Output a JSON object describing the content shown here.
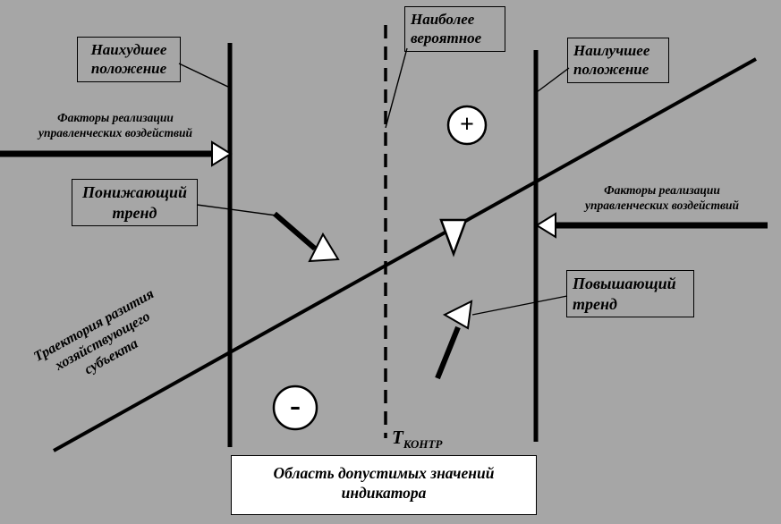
{
  "page": {
    "background": "#a6a6a6",
    "accent": "#000000",
    "marker_fill": "#ffffff"
  },
  "boxes": {
    "worst_position": {
      "line1": "Наихудшее",
      "line2": "положение"
    },
    "most_likely": {
      "line1": "Наиболее",
      "line2": "вероятное"
    },
    "best_position": {
      "line1": "Наилучшее",
      "line2": "положение"
    },
    "down_trend": {
      "line1": "Понижающий",
      "line2": "тренд"
    },
    "up_trend": {
      "line1": "Повышающий",
      "line2": "тренд"
    },
    "allowed_values": {
      "line1": "Область допустимых значений",
      "line2": "индикатора"
    }
  },
  "texts": {
    "factors_left": {
      "line1": "Факторы реализации",
      "line2": "управленческих воздействий"
    },
    "factors_right": {
      "line1": "Факторы реализации",
      "line2": "управленческих воздействий"
    },
    "trajectory": {
      "line1": "Траектория разития",
      "line2": "хозяйствующего",
      "line3": "субъекта"
    },
    "plus_sign": "+",
    "minus_sign": "-",
    "t_label": {
      "base": "Т",
      "sub": "КОНТР"
    }
  }
}
